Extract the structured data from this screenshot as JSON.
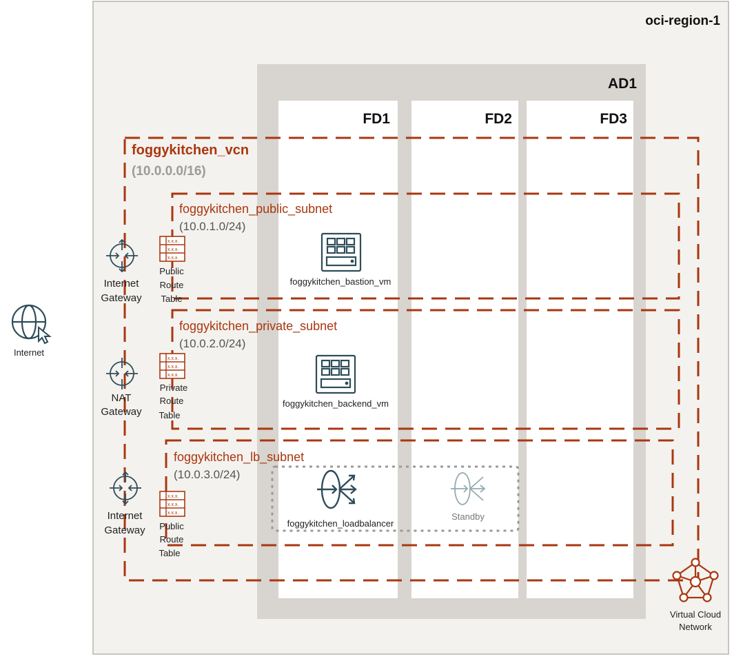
{
  "region": {
    "title": "oci-region-1"
  },
  "availability_domain": {
    "title": "AD1"
  },
  "fault_domains": [
    {
      "title": "FD1"
    },
    {
      "title": "FD2"
    },
    {
      "title": "FD3"
    }
  ],
  "vcn": {
    "name": "foggykitchen_vcn",
    "cidr": "(10.0.0.0/16)",
    "icon_label_line1": "Virtual Cloud",
    "icon_label_line2": "Network"
  },
  "subnets": [
    {
      "name": "foggykitchen_public_subnet",
      "cidr": "(10.0.1.0/24)"
    },
    {
      "name": "foggykitchen_private_subnet",
      "cidr": "(10.0.2.0/24)"
    },
    {
      "name": "foggykitchen_lb_subnet",
      "cidr": "(10.0.3.0/24)"
    }
  ],
  "gateways": [
    {
      "line1": "Internet",
      "line2": "Gateway",
      "icon": "internet-gateway-icon"
    },
    {
      "line1": "NAT",
      "line2": "Gateway",
      "icon": "nat-gateway-icon"
    },
    {
      "line1": "Internet",
      "line2": "Gateway",
      "icon": "internet-gateway-icon"
    }
  ],
  "route_tables": [
    {
      "line1": "Public",
      "line2": "Route",
      "line3": "Table"
    },
    {
      "line1": "Private",
      "line2": "Route",
      "line3": "Table"
    },
    {
      "line1": "Public",
      "line2": "Route",
      "line3": "Table"
    }
  ],
  "route_table_cell_text": "x.x.x.",
  "instances": [
    {
      "label": "foggykitchen_bastion_vm",
      "icon": "compute-vm-icon"
    },
    {
      "label": "foggykitchen_backend_vm",
      "icon": "compute-vm-icon"
    }
  ],
  "load_balancer": {
    "label": "foggykitchen_loadbalancer",
    "standby_label": "Standby",
    "icon": "load-balancer-icon"
  },
  "internet": {
    "label": "Internet",
    "icon": "globe-cursor-icon"
  },
  "colors": {
    "oci_red": "#a93710",
    "dark_teal": "#2e4c59",
    "region_bg": "#f4f2ee",
    "ad_bg": "#d8d4cf",
    "fd_bg": "#ffffff",
    "standby_border": "#9a9a9a"
  }
}
